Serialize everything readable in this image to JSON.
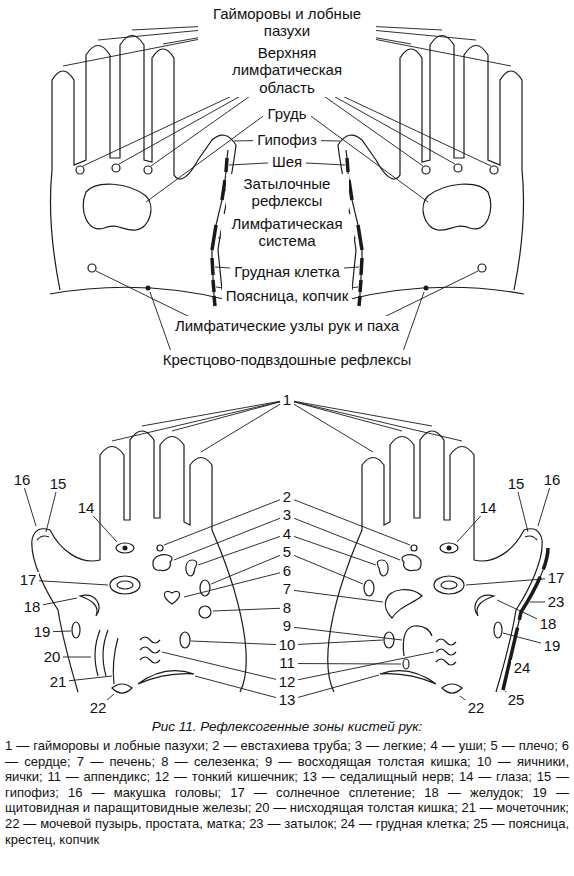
{
  "diagram": {
    "caption": "Рис 11. Рефлексогенные зоны кистей рук:",
    "labels": [
      "Гайморовы и лобные пазухи",
      "Верхняя лимфатическая область",
      "Грудь",
      "Гипофиз",
      "Шея",
      "Затылочные рефлексы",
      "Лимфатическая система",
      "Грудная клетка",
      "Поясница, копчик",
      "Лимфатические узлы рук и паха",
      "Крестцово-подвздошные рефлексы",
      "1",
      "16",
      "15",
      "14",
      "17",
      "18",
      "19",
      "20",
      "21",
      "22",
      "2",
      "3",
      "4",
      "5",
      "6",
      "7",
      "8",
      "9",
      "10",
      "11",
      "12",
      "13",
      "15",
      "16",
      "14",
      "17",
      "23",
      "18",
      "19",
      "24",
      "22",
      "25",
      "1 — гайморовы и лобные пазухи; 2 — евстахиева труба; 3 — легкие; 4 — уши; 5 — плечо; 6 — сердце; 7 — печень; 8 — селезенка; 9 — восходящая толстая кишка; 10 — яичники, яички; 11 — аппендикс; 12 — тонкий кишечник; 13 — седалищный нерв; 14 — глаза; 15 — гипофиз; 16 — макушка головы; 17 — солнечное сплетение; 18 — желудок; 19 — щитовидная и паращитовидные железы; 20 — нисходящая толстая кишка; 21 — мочеточник; 22 — мочевой пузырь, простата, матка; 23 — затылок; 24 — грудная клетка; 25 — поясница, крестец, копчик"
    ]
  }
}
